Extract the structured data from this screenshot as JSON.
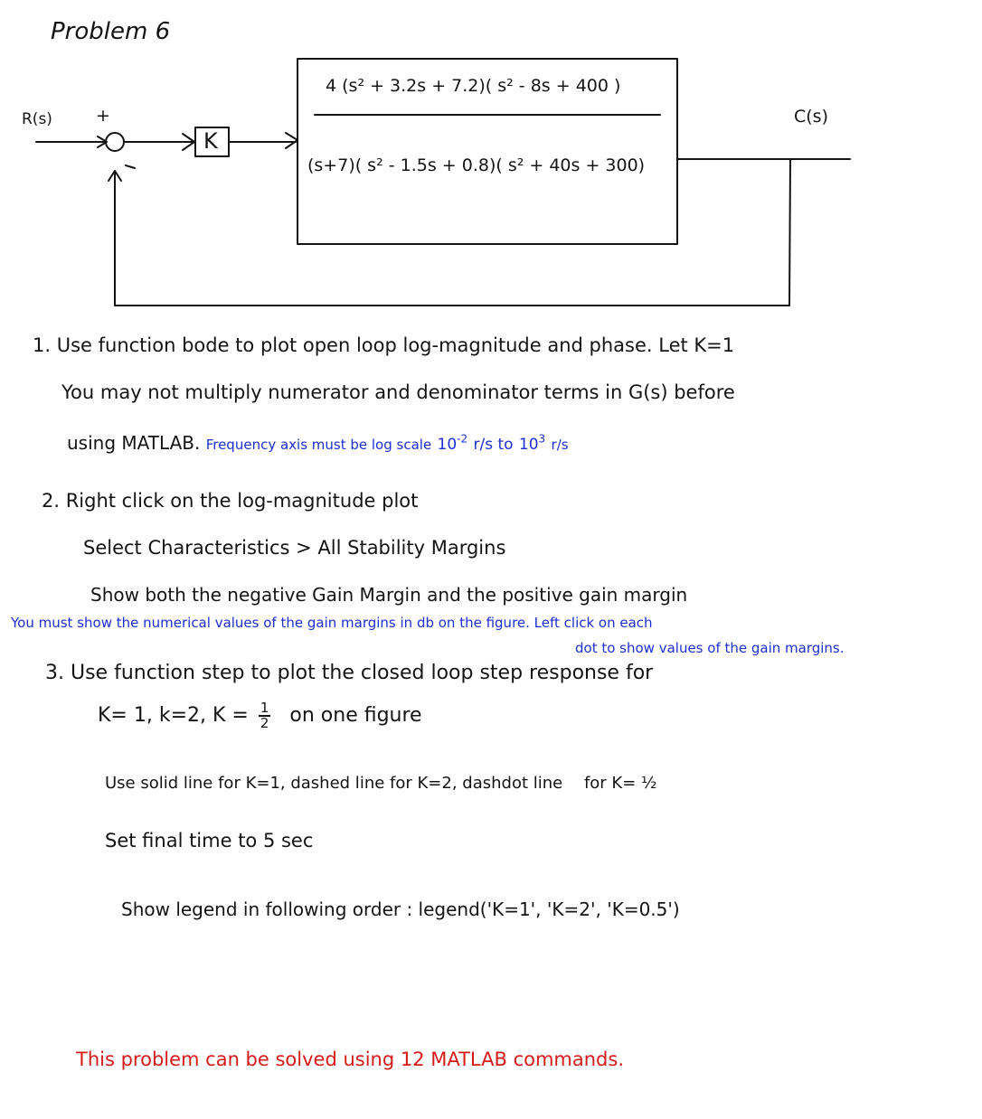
{
  "title": "Problem 6",
  "diagram": {
    "input_label": "R(s)",
    "plus_sign": "+",
    "minus_sign": "-",
    "gain_label": "K",
    "numerator": "4 (s² + 3.2s + 7.2)( s² - 8s + 400 )",
    "denominator": "(s+7)( s² - 1.5s + 0.8)( s² + 40s + 300)",
    "output_label": "C(s)"
  },
  "item1": {
    "line1": "1. Use function bode to plot open loop log-magnitude and phase. Let K=1",
    "line2": "You may not multiply numerator and denominator terms in G(s) before",
    "line3_black": "using MATLAB.",
    "line3_blue_a": "Frequency axis must be log scale",
    "freq_from_base": "10",
    "freq_from_exp": "-2",
    "freq_unit_a": "r/s to",
    "freq_to_base": "10",
    "freq_to_exp": "3",
    "freq_unit_b": "r/s"
  },
  "item2": {
    "line1": "2. Right click on the log-magnitude plot",
    "line2": "Select   Characteristics > All Stability Margins",
    "line3": "Show both the negative Gain Margin and the positive gain margin",
    "line4": "You must show the numerical values of the gain margins in db on the figure. Left click on each",
    "line5": "dot to show values of the gain margins."
  },
  "item3": {
    "line1": "3. Use function step to plot the closed loop step response for",
    "line2_a": "K= 1,  k=2,  K =",
    "half_num": "1",
    "half_den": "2",
    "line2_b": "on   one figure",
    "line3_a": "Use  solid line for K=1,  dashed line for K=2,  dashdot line",
    "line3_b": "for K= ½",
    "line4": "Set  final time to 5 sec",
    "line5": "Show legend in following order :  legend('K=1', 'K=2', 'K=0.5')"
  },
  "footer": "This problem can be solved using 12 MATLAB commands.",
  "colors": {
    "ink": "#141414",
    "blue": "#1e2fd0",
    "red": "#d61b1b"
  }
}
